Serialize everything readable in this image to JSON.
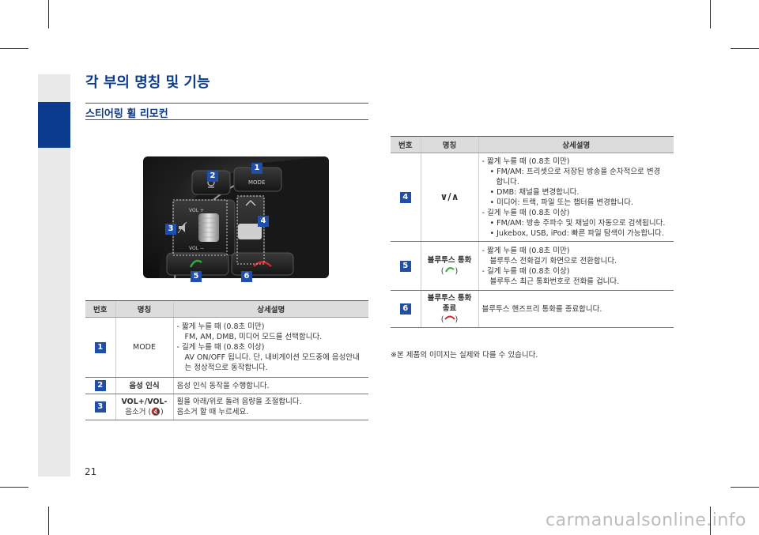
{
  "section_title": "각 부의 명칭 및 기능",
  "subsection_title": "스티어링 휠 리모컨",
  "photo": {
    "badges": [
      "1",
      "2",
      "3",
      "4",
      "5",
      "6"
    ],
    "labels": {
      "mode": "MODE",
      "vol_plus": "VOL +",
      "vol_minus": "VOL −"
    }
  },
  "table_headers": {
    "num": "번호",
    "name": "명칭",
    "detail": "상세설명"
  },
  "left_table": [
    {
      "num": "1",
      "name": "MODE",
      "name2": "",
      "detail": [
        "- 짧게 누를 때 (0.8초 미만)",
        "FM, AM, DMB, 미디어 모드를 선택합니다.",
        "- 길게 누를 때 (0.8초 이상)",
        "AV ON/OFF 됩니다. 단, 내비게이션 모드중에 음성안내",
        "는 정상적으로 동작합니다."
      ]
    },
    {
      "num": "2",
      "name": "음성 인식",
      "name2": "",
      "detail": [
        "음성 인식 동작을 수행합니다."
      ]
    },
    {
      "num": "3",
      "name": "VOL+/VOL-",
      "name2": "음소거 (🔇)",
      "detail": [
        "휠을 아래/위로 돌려 음량을 조절합니다.",
        "음소거 할 때 누르세요."
      ]
    }
  ],
  "right_table": [
    {
      "num": "4",
      "name": "∨/∧",
      "name2": "",
      "detail": [
        "- 짧게 누를 때 (0.8초 미만)",
        "• FM/AM: 프리셋으로 저장된 방송을 순차적으로 변경",
        "합니다.",
        "• DMB: 채널을 변경합니다.",
        "• 미디어: 트랙, 파일 또는 챕터를 변경합니다.",
        "- 길게 누를 때 (0.8초 이상)",
        "• FM/AM: 방송 주파수 및 채널이 자동으로 검색됩니다.",
        "• Jukebox, USB, iPod: 빠른 파일 탐색이 가능합니다."
      ]
    },
    {
      "num": "5",
      "name": "블루투스 통화",
      "name2": "",
      "detail": [
        "- 짧게 누를 때 (0.8초 미만)",
        "블루투스 전화걸기 화면으로 전환합니다.",
        "- 길게 누를 때 (0.8초 이상)",
        "블루투스 최근 통화번호로 전화를 겁니다."
      ]
    },
    {
      "num": "6",
      "name": "블루투스 통화",
      "name2": "종료",
      "detail": [
        "블루투스 핸즈프리 통화를 종료합니다."
      ]
    }
  ],
  "note": "※본 제품의 이미지는 실제와 다를 수 있습니다.",
  "page_number": "21",
  "watermark": "carmanualsonline.info",
  "colors": {
    "brand_blue": "#0b3b8c",
    "badge_blue": "#1f4fa8",
    "call_green": "#2fae3a",
    "end_red": "#d62a2a",
    "header_gray": "#dcdcdc"
  }
}
